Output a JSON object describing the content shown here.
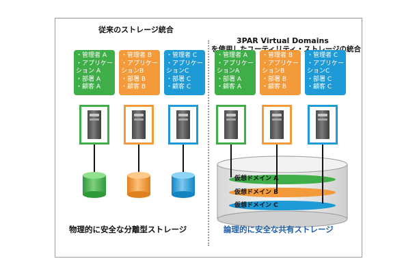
{
  "left": {
    "title": "従来のストレージ統合",
    "bottom_title": "物理的に安全な分離型ストレージ",
    "cards": [
      {
        "color": "#3fae49",
        "lines": [
          "・管理者 A",
          "・アプリケー",
          "  ション A",
          "・部署 A",
          "・顧客 A"
        ]
      },
      {
        "color": "#f39a3b",
        "lines": [
          "・管理者 B",
          "・アプリケー",
          "  ションB",
          "・部署 B",
          "・顧客 B"
        ]
      },
      {
        "color": "#1e9ad6",
        "lines": [
          "・管理者 C",
          "・アプリケー",
          "  ションC",
          "・部署 C",
          "・顧客 C"
        ]
      }
    ]
  },
  "right": {
    "title_line1": "3PAR Virtual Domains",
    "title_line2": "を使用したユーティリティ・ストレージの統合",
    "bottom_title": "論理的に安全な共有ストレージ",
    "cards": [
      {
        "color": "#3fae49",
        "lines": [
          "・管理者 A",
          "・アプリケー",
          "  ションA",
          "・部署 A",
          "・顧客 A"
        ]
      },
      {
        "color": "#f39a3b",
        "lines": [
          "・管理者 B",
          "・アプリケー",
          "  ションB",
          "・部署 B",
          "・顧客 B"
        ]
      },
      {
        "color": "#1e9ad6",
        "lines": [
          "・管理者 C",
          "・アプリケー",
          "  ションC",
          "・部署 C",
          "・顧客 C"
        ]
      }
    ],
    "domains": [
      {
        "label": "仮想ドメイン",
        "letter": "A",
        "color": "#3fae49"
      },
      {
        "label": "仮想ドメイン",
        "letter": "B",
        "color": "#f39a3b"
      },
      {
        "label": "仮想ドメイン",
        "letter": "C",
        "color": "#1e9ad6"
      }
    ]
  },
  "colors": {
    "green": "#3fae49",
    "orange": "#f39a3b",
    "blue": "#1e9ad6",
    "bottom_right_title": "#1f5fa8"
  },
  "icons": [
    "server-icon",
    "storage-cylinder-icon",
    "shared-storage-icon"
  ]
}
